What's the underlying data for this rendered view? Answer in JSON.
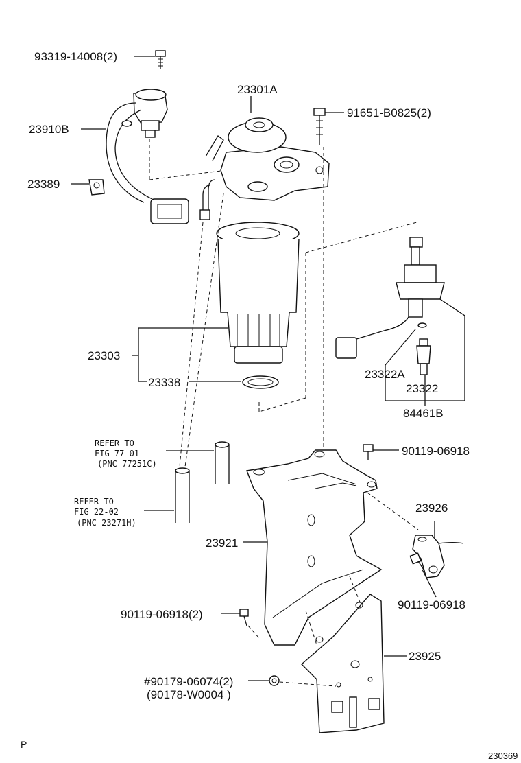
{
  "labels": {
    "bolt_top": "93319-14008(2)",
    "sensor": "23910B",
    "clamp": "23389",
    "head": "23301A",
    "bolt_right": "91651-B0825(2)",
    "element": "23303",
    "gasket": "23338",
    "switch_a": "23322A",
    "switch": "23322",
    "switch_assy": "84461B",
    "bolt_bracket": "90119-06918",
    "refer1_line1": "REFER TO",
    "refer1_line2": "FIG 77-01",
    "refer1_line3": "(PNC 77251C)",
    "refer2_line1": "REFER TO",
    "refer2_line2": "FIG 22-02",
    "refer2_line3": "(PNC 23271H)",
    "bracket": "23921",
    "bracket_small": "23926",
    "bolt_small": "90119-06918",
    "bolt_left": "90119-06918(2)",
    "plate": "23925",
    "nut_line1": "#90179-06074(2)",
    "nut_line2": "(90178-W0004 )",
    "corner_p": "P",
    "diagram_number": "230369"
  }
}
